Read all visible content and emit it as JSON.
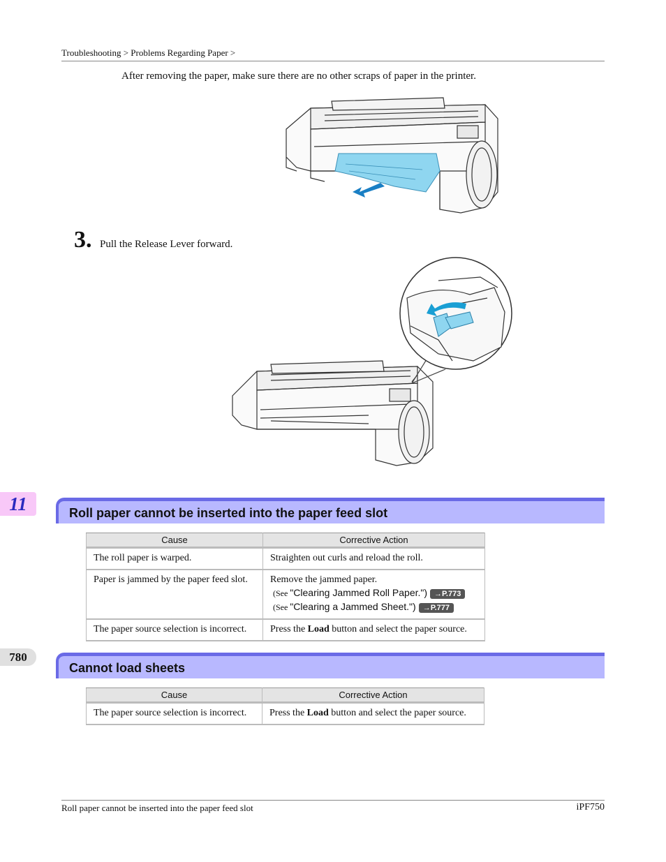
{
  "header": {
    "breadcrumb": "Troubleshooting > Problems Regarding Paper >"
  },
  "intro": {
    "text": "After removing the paper, make sure there are no other scraps of paper in the printer."
  },
  "step3": {
    "number": "3.",
    "text": "Pull the Release Lever forward."
  },
  "tabs": {
    "chapter": "11",
    "page": "780"
  },
  "section1": {
    "title": "Roll paper cannot be inserted into the paper feed slot",
    "headers": {
      "cause": "Cause",
      "action": "Corrective Action"
    },
    "row1": {
      "cause": "The roll paper is warped.",
      "action": "Straighten out curls and reload the roll."
    },
    "row2": {
      "cause": "Paper is jammed by the paper feed slot.",
      "action": "Remove the jammed paper.",
      "see1_prefix": "(See ",
      "see1_link": "\"Clearing Jammed Roll Paper.\")",
      "see1_ref": "→P.773",
      "see2_prefix": "(See ",
      "see2_link": "\"Clearing a Jammed Sheet.\")",
      "see2_ref": "→P.777"
    },
    "row3": {
      "cause": "The paper source selection is incorrect.",
      "action_pre": "Press the ",
      "action_bold": "Load",
      "action_post": " button and select the paper source."
    }
  },
  "section2": {
    "title": "Cannot load sheets",
    "headers": {
      "cause": "Cause",
      "action": "Corrective Action"
    },
    "row1": {
      "cause": "The paper source selection is incorrect.",
      "action_pre": "Press the ",
      "action_bold": "Load",
      "action_post": " button and select the paper source."
    }
  },
  "footer": {
    "left": "Roll paper cannot be inserted into the paper feed slot",
    "right": "iPF750"
  },
  "colors": {
    "heading_bg": "#b8b8ff",
    "heading_border": "#6a6ae6",
    "chapter_tab": "#f8c8f8",
    "chapter_text": "#2a2abf",
    "paper_cyan": "#8fd6f0"
  }
}
